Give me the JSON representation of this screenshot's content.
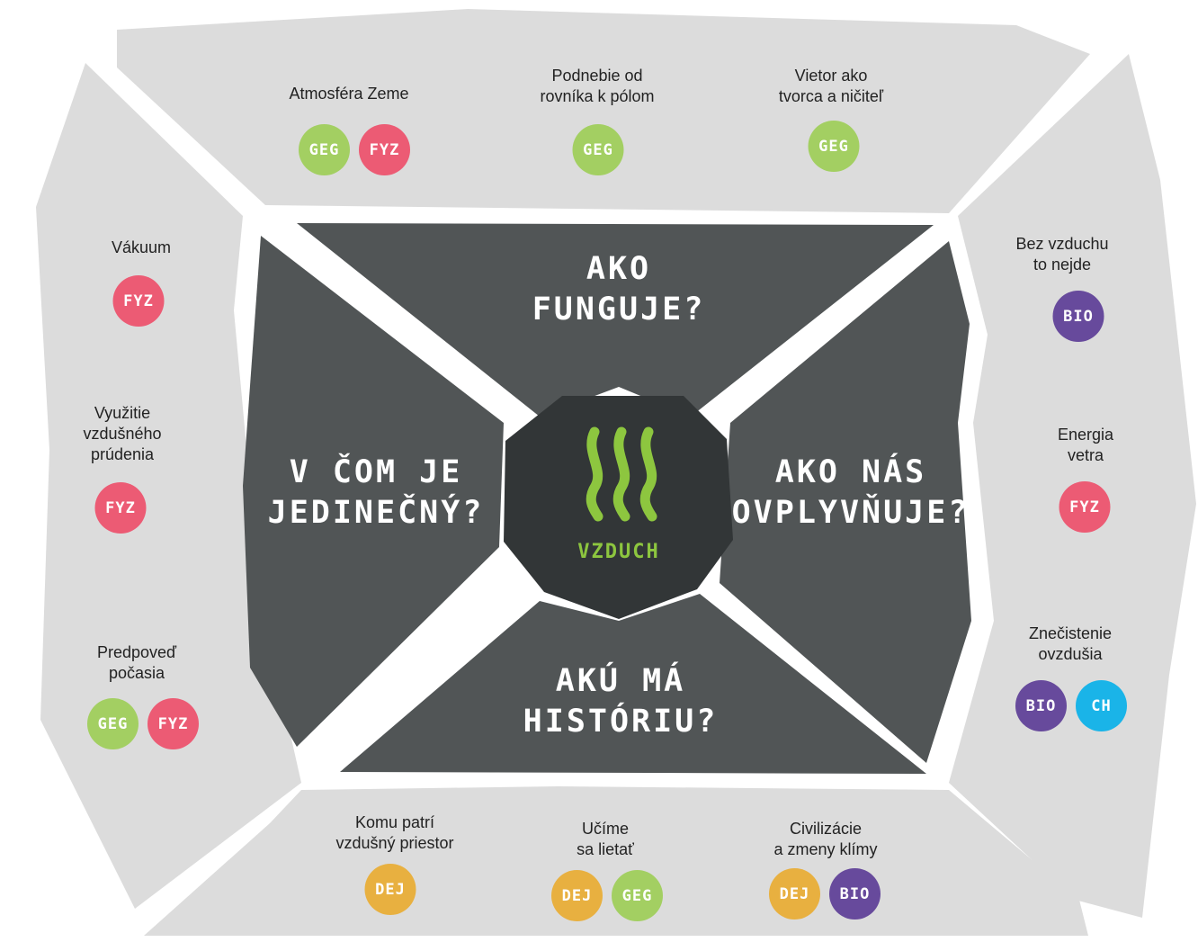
{
  "colors": {
    "outer_panel": "#dcdcdc",
    "inner_panel": "#515556",
    "center": "#323637",
    "accent": "#8dc63f",
    "GEG": "#a3cf62",
    "FYZ": "#ec5b74",
    "BIO": "#674a9c",
    "CH": "#1ab4e8",
    "DEJ": "#e8b040"
  },
  "center": {
    "label": "VZDUCH",
    "icon": "air-waves-icon"
  },
  "questions": {
    "top": [
      "AKO",
      "FUNGUJE?"
    ],
    "left": [
      "V ČOM JE",
      "JEDINEČNÝ?"
    ],
    "right": [
      "AKO NÁS",
      "OVPLYVŇUJE?"
    ],
    "bottom": [
      "AKÚ MÁ",
      "HISTÓRIU?"
    ]
  },
  "topics": {
    "top": [
      {
        "lines": [
          "Atmosféra Zeme"
        ],
        "subjects": [
          "GEG",
          "FYZ"
        ]
      },
      {
        "lines": [
          "Podnebie od",
          "rovníka k pólom"
        ],
        "subjects": [
          "GEG"
        ]
      },
      {
        "lines": [
          "Vietor ako",
          "tvorca a ničiteľ"
        ],
        "subjects": [
          "GEG"
        ]
      }
    ],
    "left": [
      {
        "lines": [
          "Vákuum"
        ],
        "subjects": [
          "FYZ"
        ]
      },
      {
        "lines": [
          "Využitie",
          "vzdušného",
          "prúdenia"
        ],
        "subjects": [
          "FYZ"
        ]
      },
      {
        "lines": [
          "Predpoveď",
          "počasia"
        ],
        "subjects": [
          "GEG",
          "FYZ"
        ]
      }
    ],
    "right": [
      {
        "lines": [
          "Bez vzduchu",
          "to nejde"
        ],
        "subjects": [
          "BIO"
        ]
      },
      {
        "lines": [
          "Energia",
          "vetra"
        ],
        "subjects": [
          "FYZ"
        ]
      },
      {
        "lines": [
          "Znečistenie",
          "ovzdušia"
        ],
        "subjects": [
          "BIO",
          "CH"
        ]
      }
    ],
    "bottom": [
      {
        "lines": [
          "Komu patrí",
          "vzdušný priestor"
        ],
        "subjects": [
          "DEJ"
        ]
      },
      {
        "lines": [
          "Učíme",
          "sa lietať"
        ],
        "subjects": [
          "DEJ",
          "GEG"
        ]
      },
      {
        "lines": [
          "Civilizácie",
          "a zmeny klímy"
        ],
        "subjects": [
          "DEJ",
          "BIO"
        ]
      }
    ]
  }
}
